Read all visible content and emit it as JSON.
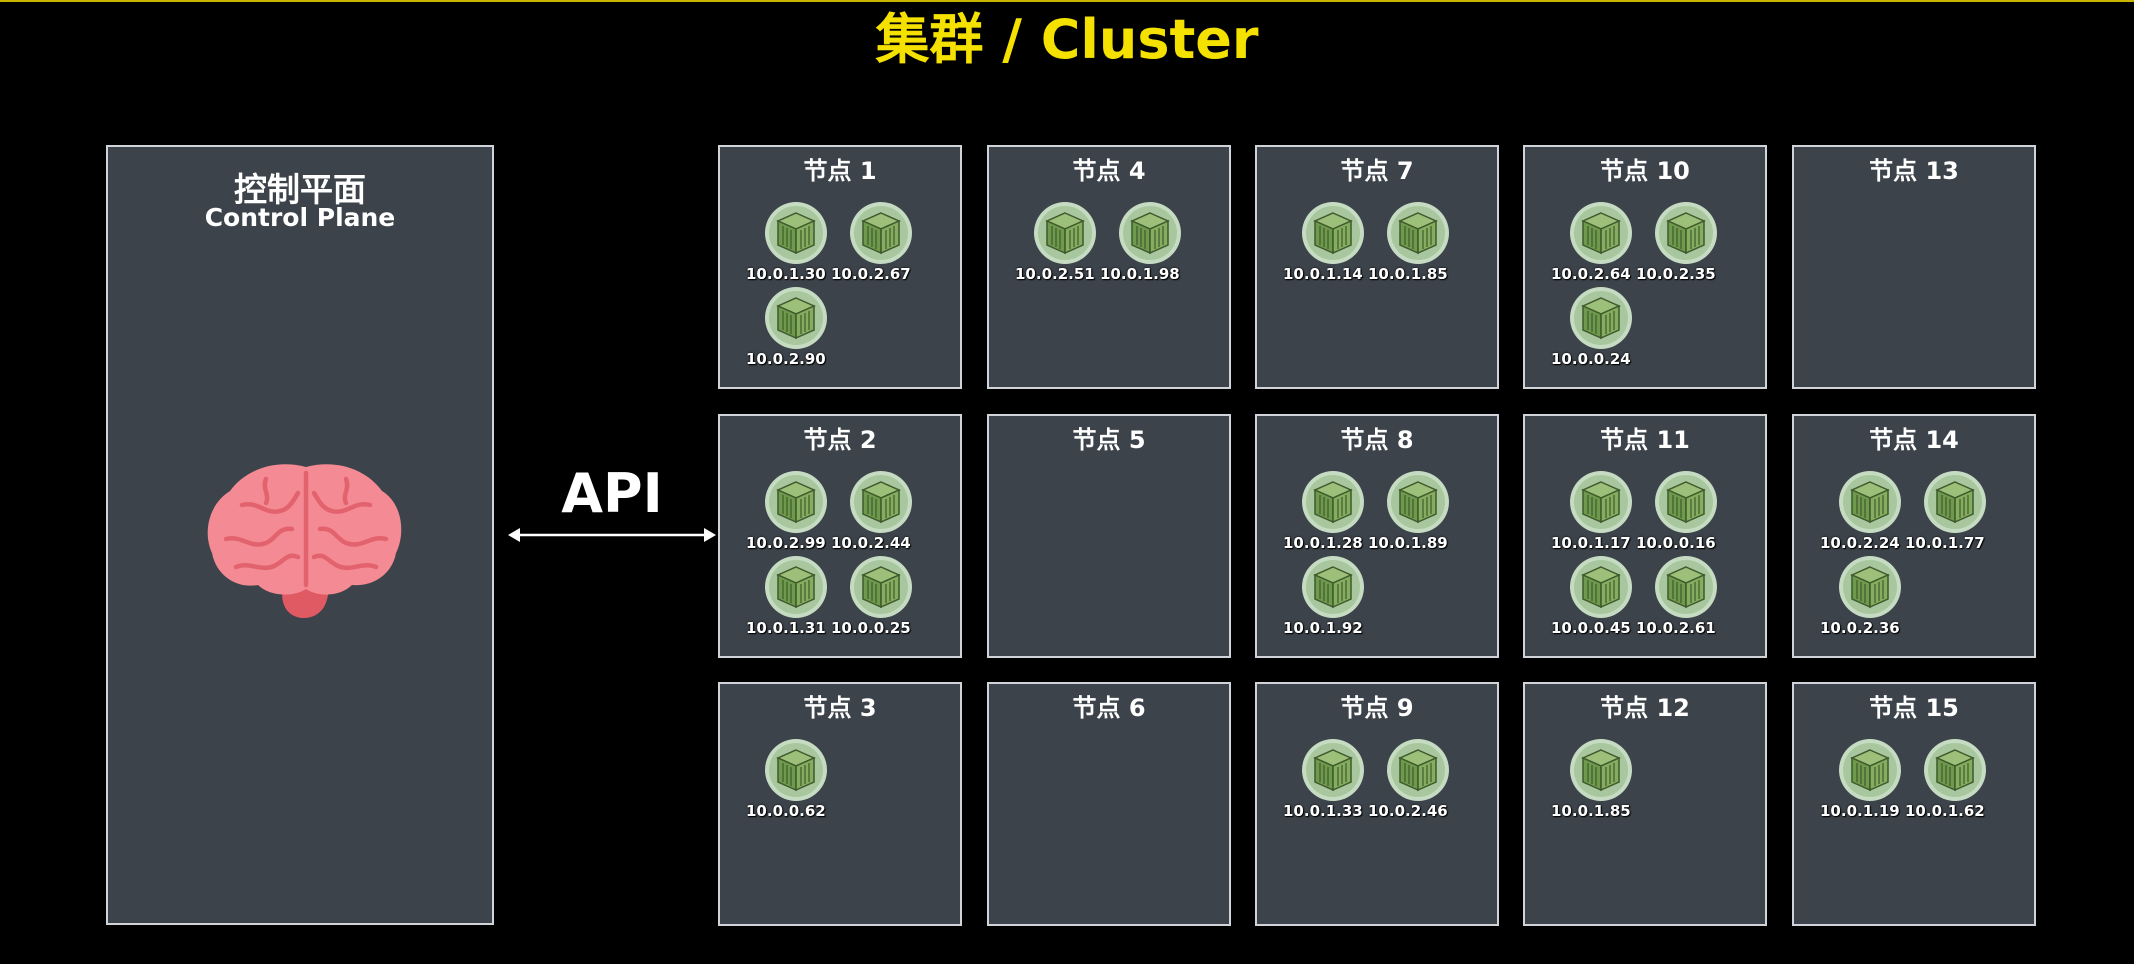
{
  "title": "集群 / Cluster",
  "control_plane": {
    "title_zh": "控制平面",
    "title_en": "Control Plane",
    "icon": "brain-icon"
  },
  "api_label": "API",
  "colors": {
    "title": "#f5e100",
    "background": "#000000",
    "panel": "#3c434a",
    "pod": "#7aa25a"
  },
  "nodes": [
    {
      "label": "节点 1",
      "pods": [
        "10.0.1.30",
        "10.0.2.67",
        "10.0.2.90"
      ]
    },
    {
      "label": "节点 2",
      "pods": [
        "10.0.2.99",
        "10.0.2.44",
        "10.0.1.31",
        "10.0.0.25"
      ]
    },
    {
      "label": "节点 3",
      "pods": [
        "10.0.0.62"
      ]
    },
    {
      "label": "节点 4",
      "pods": [
        "10.0.2.51",
        "10.0.1.98"
      ]
    },
    {
      "label": "节点 5",
      "pods": []
    },
    {
      "label": "节点 6",
      "pods": []
    },
    {
      "label": "节点 7",
      "pods": [
        "10.0.1.14",
        "10.0.1.85"
      ]
    },
    {
      "label": "节点 8",
      "pods": [
        "10.0.1.28",
        "10.0.1.89",
        "10.0.1.92"
      ]
    },
    {
      "label": "节点 9",
      "pods": [
        "10.0.1.33",
        "10.0.2.46"
      ]
    },
    {
      "label": "节点 10",
      "pods": [
        "10.0.2.64",
        "10.0.2.35",
        "10.0.0.24"
      ]
    },
    {
      "label": "节点 11",
      "pods": [
        "10.0.1.17",
        "10.0.0.16",
        "10.0.0.45",
        "10.0.2.61"
      ]
    },
    {
      "label": "节点 12",
      "pods": [
        "10.0.1.85"
      ]
    },
    {
      "label": "节点 13",
      "pods": []
    },
    {
      "label": "节点 14",
      "pods": [
        "10.0.2.24",
        "10.0.1.77",
        "10.0.2.36"
      ]
    },
    {
      "label": "节点 15",
      "pods": [
        "10.0.1.19",
        "10.0.1.62"
      ]
    }
  ]
}
